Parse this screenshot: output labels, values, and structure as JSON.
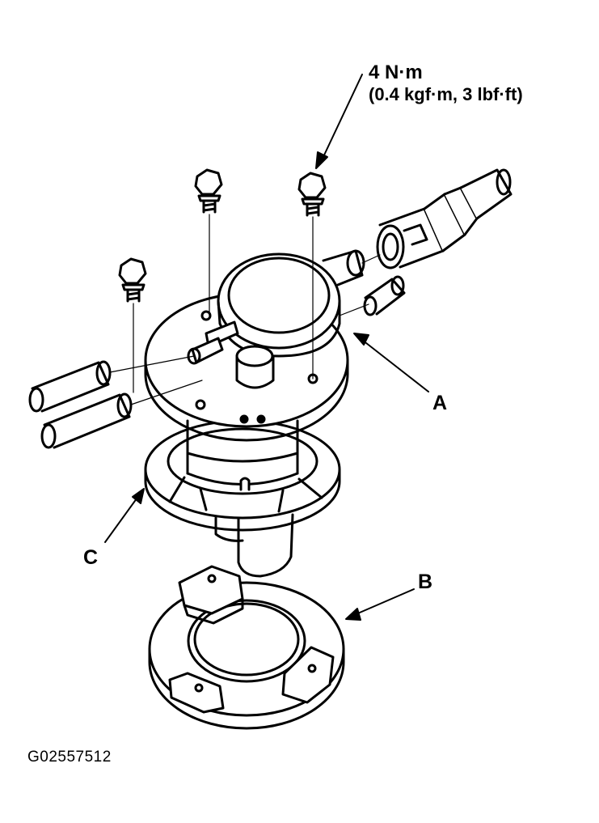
{
  "labels": {
    "torque_line1": "4 N·m",
    "torque_line2": "(0.4 kgf·m, 3 lbf·ft)",
    "callout_a": "A",
    "callout_b": "B",
    "callout_c": "C",
    "figure_id": "G02557512"
  },
  "colors": {
    "ink": "#000000",
    "paper": "#ffffff"
  }
}
